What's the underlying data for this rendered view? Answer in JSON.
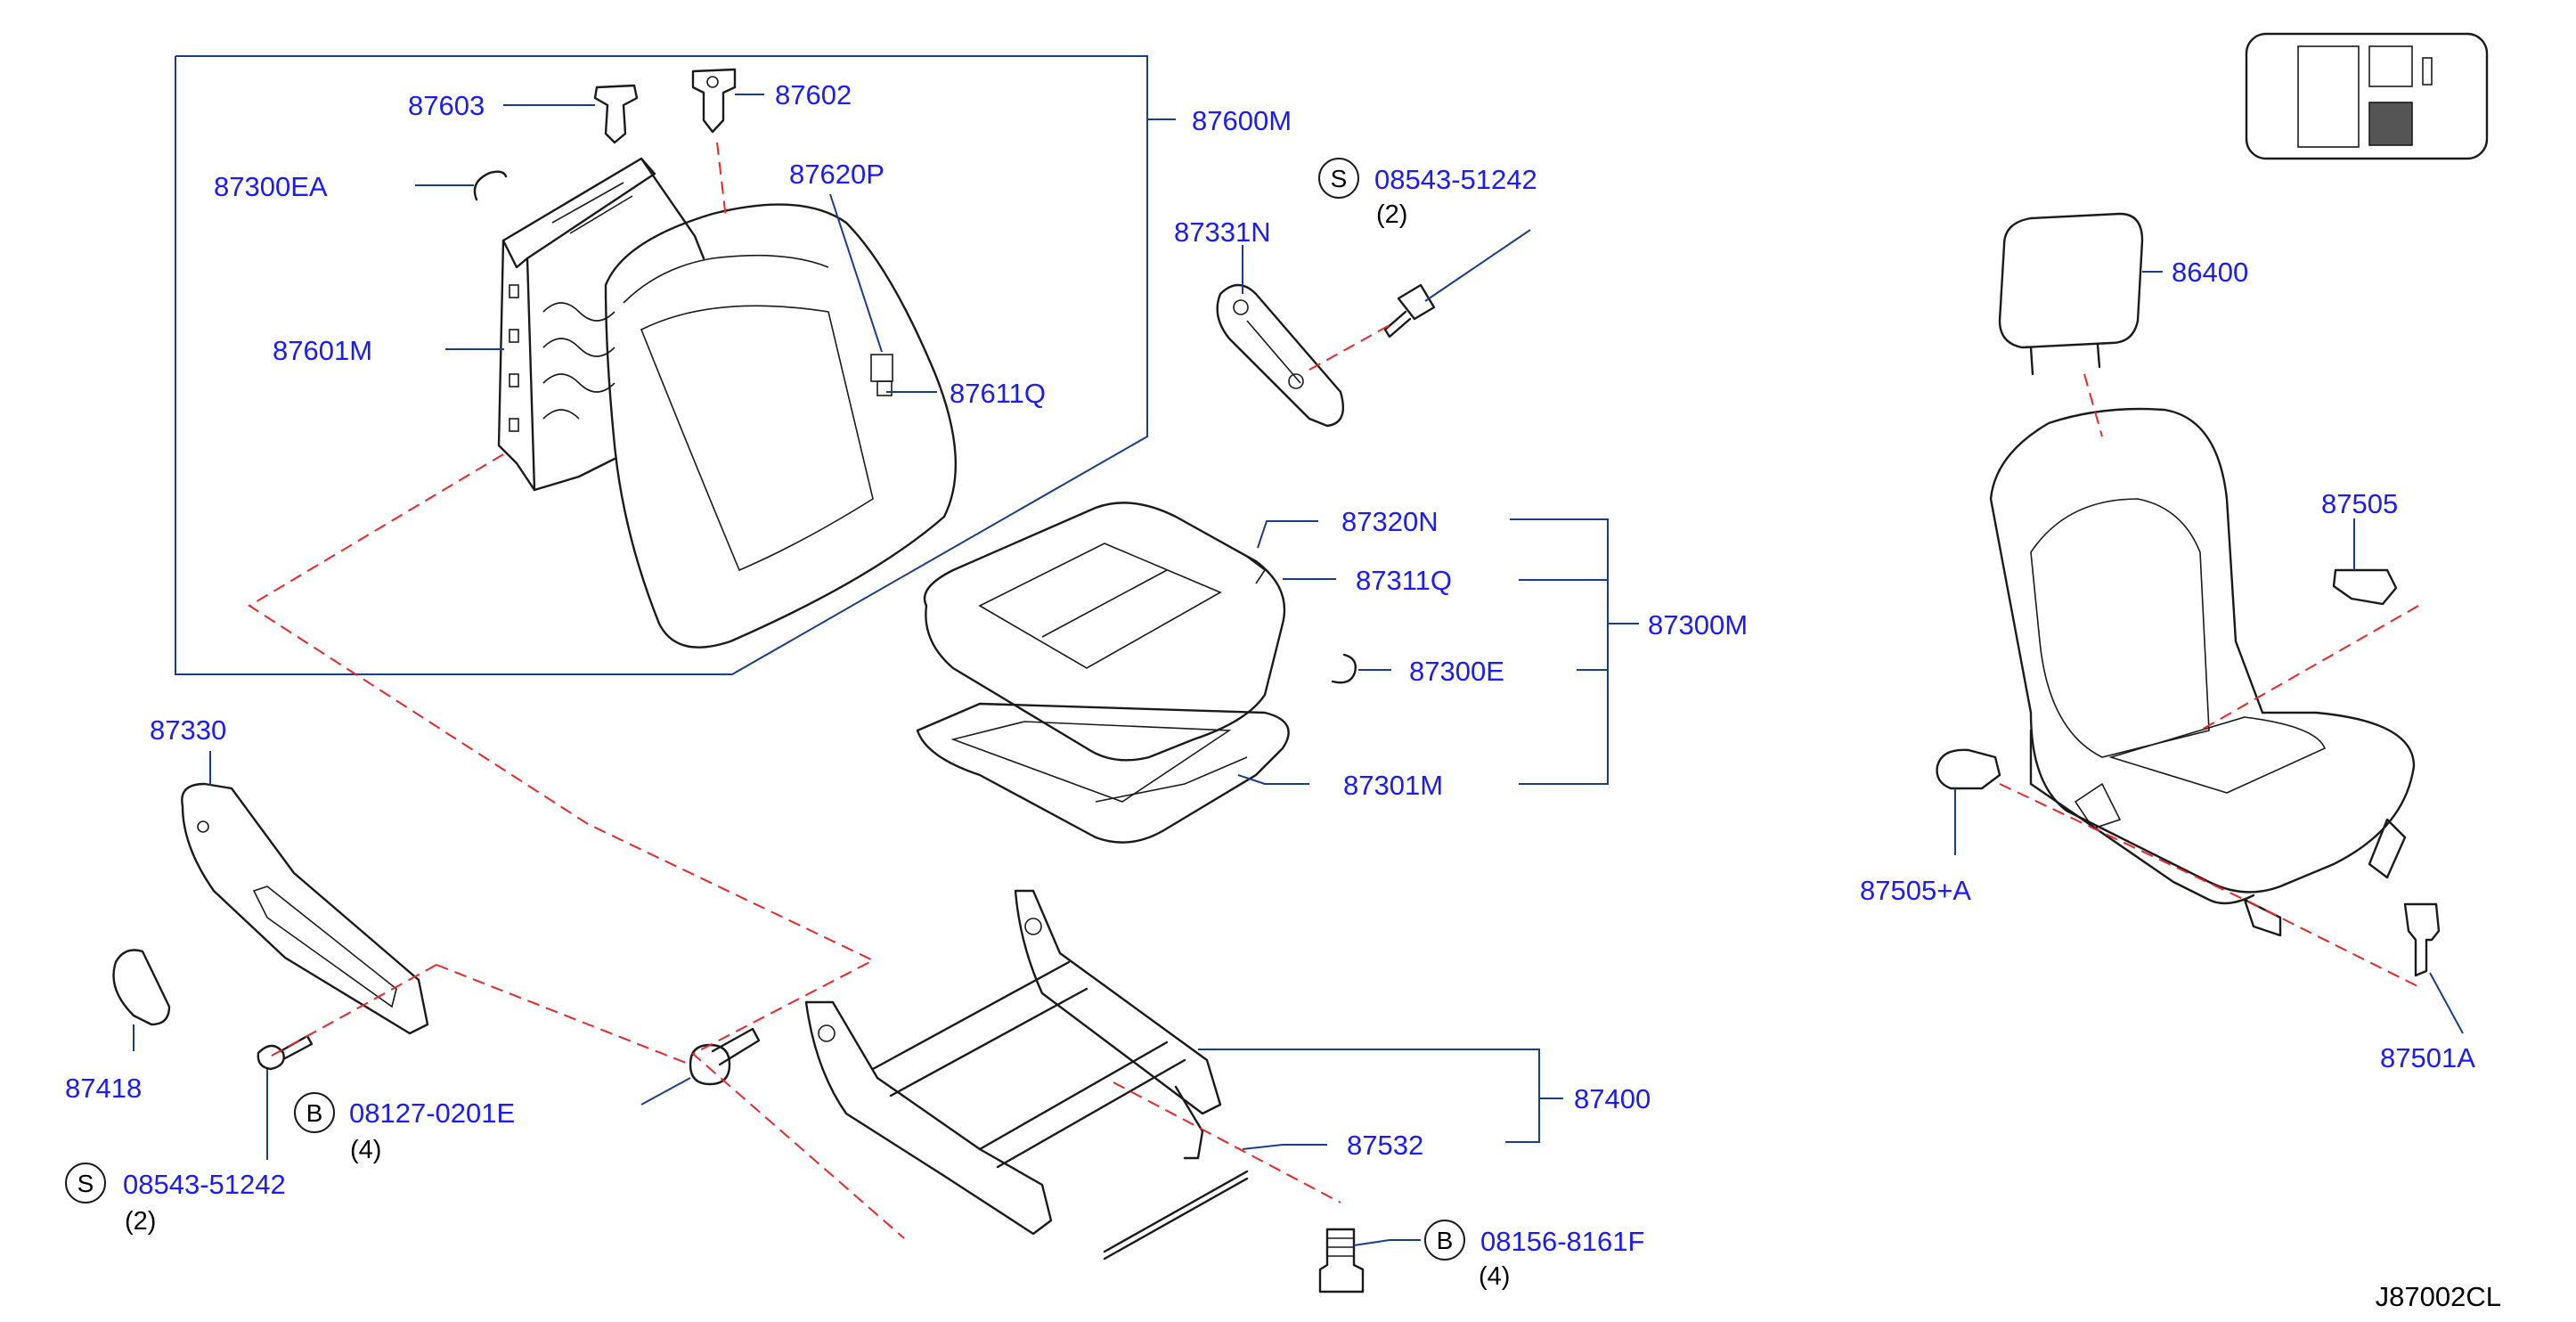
{
  "diagram_code": "J87002CL",
  "symbols": {
    "screw": "S",
    "bolt": "B"
  },
  "labels": {
    "p87603": "87603",
    "p87602": "87602",
    "p87600M": "87600M",
    "p87300EA": "87300EA",
    "p87620P": "87620P",
    "p87601M": "87601M",
    "p87611Q": "87611Q",
    "p87331N": "87331N",
    "p08543_top": "08543-51242",
    "p86400": "86400",
    "p87505": "87505",
    "p87320N": "87320N",
    "p87311Q": "87311Q",
    "p87300M": "87300M",
    "p87300E": "87300E",
    "p87301M": "87301M",
    "p87330": "87330",
    "p87418": "87418",
    "p08127": "08127-0201E",
    "p08543_bot": "08543-51242",
    "p87400": "87400",
    "p87532": "87532",
    "p08156": "08156-8161F",
    "p87505A": "87505+A",
    "p87501A": "87501A"
  },
  "quantities": {
    "q08543_top": "(2)",
    "q08127": "(4)",
    "q08543_bot": "(2)",
    "q08156": "(4)"
  },
  "colors": {
    "label": "#1a1aff",
    "leader": "#1a3c8c",
    "phantom": "#e8262a",
    "part": "#1a1a1a"
  }
}
